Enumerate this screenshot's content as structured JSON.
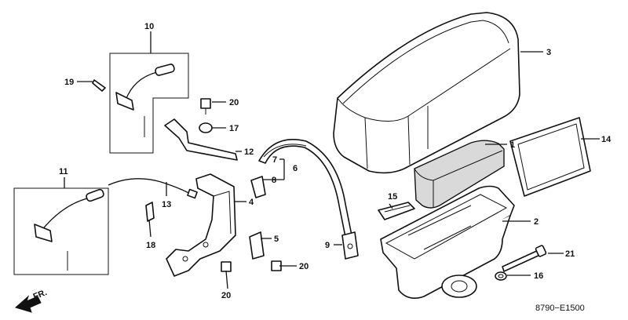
{
  "diagram": {
    "callouts": {
      "c1": "1",
      "c2": "2",
      "c3": "3",
      "c4": "4",
      "c5": "5",
      "c6": "6",
      "c7": "7",
      "c8": "8",
      "c9": "9",
      "c10": "10",
      "c11": "11",
      "c12": "12",
      "c13": "13",
      "c14": "14",
      "c15": "15",
      "c16": "16",
      "c17": "17",
      "c18": "18",
      "c19": "19",
      "c20a": "20",
      "c20b": "20",
      "c20c": "20",
      "c21": "21"
    },
    "front_marker": "FR.",
    "figure_code": "8790−E1500"
  }
}
